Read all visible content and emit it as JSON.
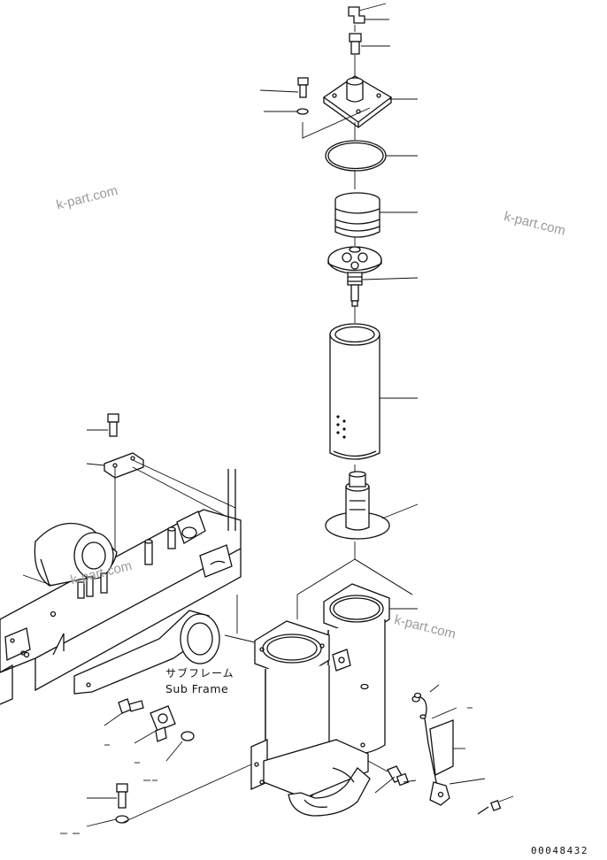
{
  "labels": {
    "subframe_jp": "サブフレーム",
    "subframe_en": "Sub Frame",
    "drawing_code": "00048432"
  },
  "watermarks": [
    "k-part.com",
    "k-part.com",
    "k-part.com",
    "k-part.com"
  ]
}
